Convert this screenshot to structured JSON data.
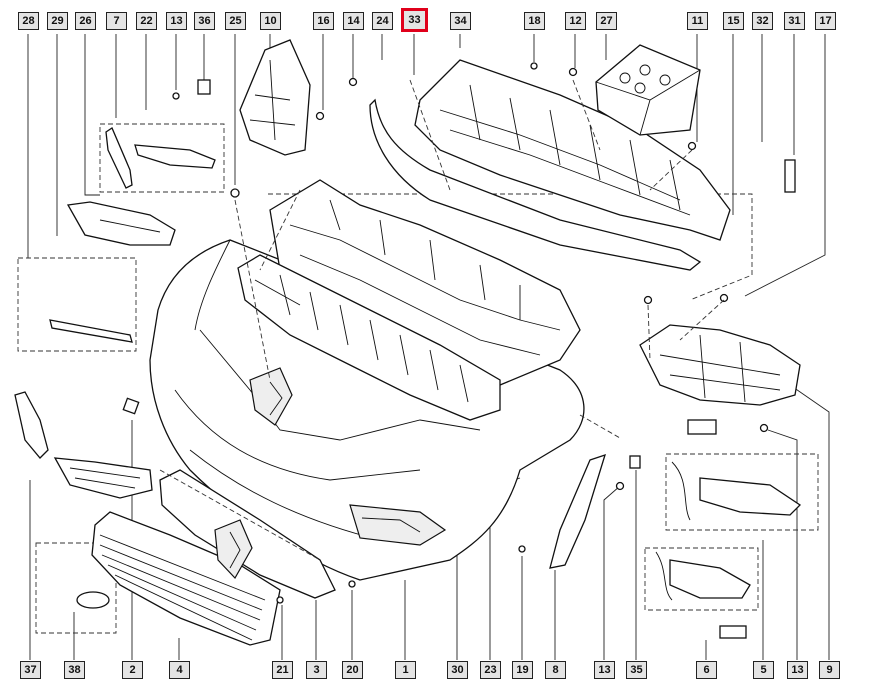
{
  "highlighted": "33",
  "top_callouts": [
    "28",
    "29",
    "26",
    "7",
    "22",
    "13",
    "36",
    "25",
    "10",
    "16",
    "14",
    "24",
    "33",
    "34",
    "18",
    "12",
    "27",
    "11",
    "15",
    "32",
    "31",
    "17"
  ],
  "bottom_callouts": [
    "37",
    "38",
    "2",
    "4",
    "21",
    "3",
    "20",
    "1",
    "30",
    "23",
    "19",
    "8",
    "13",
    "35",
    "6",
    "5",
    "13",
    "9"
  ],
  "colors": {
    "highlight": "#e0001b",
    "callout_fill": "#e4e4e4",
    "line": "#111111"
  }
}
